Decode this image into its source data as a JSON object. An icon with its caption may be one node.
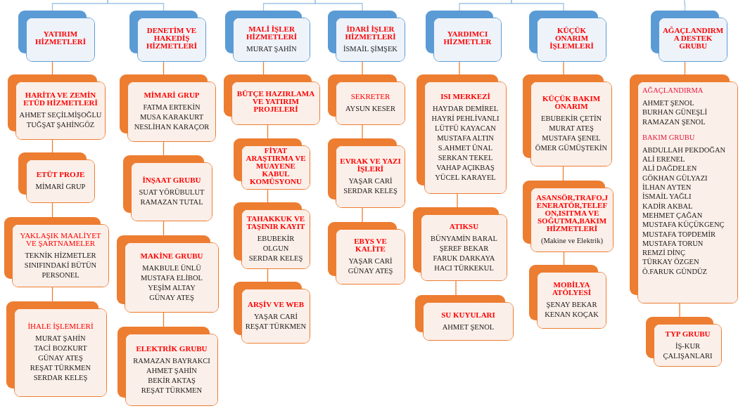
{
  "diagram": {
    "nodes": [
      {
        "text": [
          "YATIRIM HİZMETLERİ"
        ]
      },
      {
        "text": [
          "HARİTA VE ZEMİN ETÜD HİZMETLERİ",
          "AHMET SEÇİLMİŞOĞLU",
          "TUĞŞAT ŞAHİNGÖZ"
        ]
      },
      {
        "text": [
          "ETÜT PROJE",
          "MİMARİ GRUP"
        ]
      },
      {
        "text": [
          "YAKLAŞIK MAALİYET VE ŞARTNAMELER",
          "TEKNİK HİZMETLER SINIFINDAKİ BÜTÜN PERSONEL"
        ]
      },
      {
        "text": [
          "İHALE İŞLEMLERİ",
          "MURAT ŞAHİN",
          "TACİ BOZKURT",
          "GÜNAY ATEŞ",
          "REŞAT TÜRKMEN",
          "SERDAR KELEŞ"
        ]
      },
      {
        "text": [
          "DENETİM VE HAKEDİŞ HİZMETLERİ"
        ]
      },
      {
        "text": [
          "MİMARİ GRUP",
          "FATMA ERTEKİN",
          "MUSA KARAKURT",
          "NESLİHAN KARAÇOR"
        ]
      },
      {
        "text": [
          "İNŞAAT GRUBU",
          "SUAT YÖRÜBULUT",
          "RAMAZAN TUTAL"
        ]
      },
      {
        "text": [
          "MAKİNE GRUBU",
          "MAKBULE ÜNLÜ",
          "MUSTAFA ELİBOL",
          "YEŞİM ALTAY",
          "GÜNAY ATEŞ"
        ]
      },
      {
        "text": [
          "ELEKTRİK GRUBU",
          "RAMAZAN BAYRAKCI",
          "AHMET ŞAHİN",
          "BEKİR AKTAŞ",
          "REŞAT TÜRKMEN"
        ]
      },
      {
        "text": [
          "MALİ İŞLER HİZMETLERİ",
          "MURAT ŞAHİN"
        ]
      },
      {
        "text": [
          "BÜTÇE HAZIRLAMA VE YATIRIM PROJELERİ"
        ]
      },
      {
        "text": [
          "FİYAT ARAŞTIRMA VE MUAYENE KABUL KOMÜSYONU"
        ]
      },
      {
        "text": [
          "TAHAKKUK VE TAŞINIR KAYIT",
          "EBUBEKİR OLGUN",
          "SERDAR KELEŞ"
        ]
      },
      {
        "text": [
          "ARŞİV VE WEB",
          "YAŞAR CARİ",
          "REŞAT TÜRKMEN"
        ]
      },
      {
        "text": [
          "İDARİ İŞLER HİZMETLERİ",
          "İSMAİL ŞİMŞEK"
        ]
      },
      {
        "text": [
          "SEKRETER",
          "AYSUN KESER"
        ]
      },
      {
        "text": [
          "EVRAK VE YAZI İŞLERİ",
          "YAŞAR CARİ",
          "SERDAR KELEŞ"
        ]
      },
      {
        "text": [
          "EBYS VE KALİTE",
          "YAŞAR CARİ",
          "GÜNAY ATEŞ"
        ]
      },
      {
        "text": [
          "YARDIMCI HİZMETLER"
        ]
      },
      {
        "text": [
          "ISI MERKEZİ",
          "HAYDAR DEMİREL",
          "HAYRİ PEHLİVANLI",
          "LÜTFÜ KAYACAN",
          "MUSTAFA ALTIN",
          "S.AHMET ÜNAL",
          "SERKAN TEKEL",
          "VAHAP AÇIKBAŞ",
          "YÜCEL KARAYEL"
        ]
      },
      {
        "text": [
          "ATIKSU",
          "BÜNYAMİN BARAL",
          "ŞEREF BEKAR",
          "FARUK DARKAYA",
          "HACI TÜRKEKUL"
        ]
      },
      {
        "text": [
          "SU KUYULARI",
          "AHMET ŞENOL"
        ]
      },
      {
        "text": [
          "KÜÇÜK ONARIM İŞLEMLERİ"
        ]
      },
      {
        "text": [
          "KÜÇÜK BAKIM ONARIM",
          "EBUBEKİR ÇETİN",
          "MURAT ATEŞ",
          "MUSTAFA ŞENEL",
          "ÖMER GÜMÜŞTEKİN"
        ]
      },
      {
        "text": [
          "ASANSÖR,TRAFO,JENERATÖR,TELEFON,ISITMA VE SOĞUTMA,BAKIM HİZMETLERİ",
          "(Makine ve Elektrik)"
        ]
      },
      {
        "text": [
          "MOBİLYA ATÖLYESİ",
          "ŞENAY BEKAR",
          "KENAN KOÇAK"
        ]
      },
      {
        "text": [
          "AĞAÇLANDIRMA DESTEK GRUBU"
        ]
      },
      {
        "text": [
          "AĞAÇLANDIRMA",
          "AHMET ŞENOL",
          "BURHAN GÜNEŞLİ",
          "RAMAZAN ŞENOL",
          "BAKIM GRUBU",
          "ABDULLAH PEKDOĞAN",
          "ALİ ERENEL",
          "ALİ DAĞDELEN",
          "GÖKHAN GÜLYAZI",
          "İLHAN AYTEN",
          "İSMAİL YAĞLI",
          "KADİR AKBAL",
          "MEHMET ÇAĞAN",
          "MUSTAFA KÜÇÜKGENÇ",
          "MUSTAFA TOPDEMİR",
          "MUSTAFA TORUN",
          "REMZİ DİNÇ",
          "TÜRKAY ÖZGEN",
          "Ö.FARUK GÜNDÜZ"
        ]
      },
      {
        "text": [
          "TYP GRUBU",
          "İŞ-KUR ÇALIŞANLARI"
        ]
      }
    ],
    "edges": [
      {
        "from": null,
        "to": 0,
        "arrow": "none",
        "color": "#9dc3e6"
      },
      {
        "from": null,
        "to": 5,
        "arrow": "none",
        "color": "#9dc3e6"
      },
      {
        "from": null,
        "to": 10,
        "arrow": "none",
        "color": "#9dc3e6"
      },
      {
        "from": null,
        "to": 15,
        "arrow": "none",
        "color": "#9dc3e6"
      },
      {
        "from": null,
        "to": 19,
        "arrow": "none",
        "color": "#9dc3e6"
      },
      {
        "from": null,
        "to": 23,
        "arrow": "none",
        "color": "#9dc3e6"
      },
      {
        "from": null,
        "to": 27,
        "arrow": "none",
        "color": "#9dc3e6"
      },
      {
        "from": 0,
        "to": 1,
        "arrow": "none"
      },
      {
        "from": 1,
        "to": 2,
        "arrow": "none"
      },
      {
        "from": 2,
        "to": 3,
        "arrow": "none"
      },
      {
        "from": 3,
        "to": 4,
        "arrow": "none"
      },
      {
        "from": 5,
        "to": 6,
        "arrow": "none"
      },
      {
        "from": 6,
        "to": 7,
        "arrow": "none"
      },
      {
        "from": 7,
        "to": 8,
        "arrow": "none"
      },
      {
        "from": 8,
        "to": 9,
        "arrow": "none"
      },
      {
        "from": 10,
        "to": 11,
        "arrow": "none"
      },
      {
        "from": 11,
        "to": 12,
        "arrow": "none"
      },
      {
        "from": 12,
        "to": 13,
        "arrow": "none"
      },
      {
        "from": 13,
        "to": 14,
        "arrow": "none"
      },
      {
        "from": 15,
        "to": 16,
        "arrow": "none"
      },
      {
        "from": 16,
        "to": 17,
        "arrow": "none"
      },
      {
        "from": 17,
        "to": 18,
        "arrow": "none"
      },
      {
        "from": 19,
        "to": 20,
        "arrow": "none"
      },
      {
        "from": 20,
        "to": 21,
        "arrow": "none"
      },
      {
        "from": 21,
        "to": 22,
        "arrow": "none"
      },
      {
        "from": 23,
        "to": 24,
        "arrow": "none"
      },
      {
        "from": 24,
        "to": 25,
        "arrow": "none"
      },
      {
        "from": 25,
        "to": 26,
        "arrow": "none"
      },
      {
        "from": 27,
        "to": 28,
        "arrow": "none"
      },
      {
        "from": 28,
        "to": 29,
        "arrow": "none"
      }
    ]
  }
}
